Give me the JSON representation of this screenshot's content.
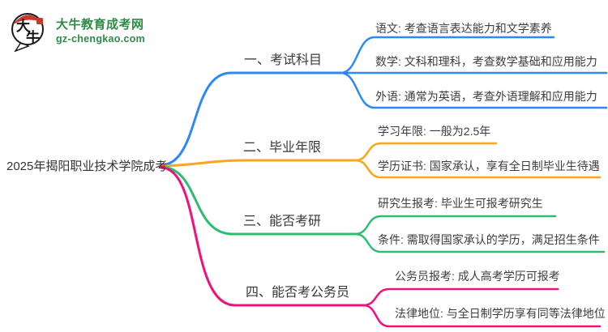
{
  "logo": {
    "brand": "大牛教育成考网",
    "domain": "gz-chengkao.com",
    "icon_text_top": "大",
    "icon_text_bottom": "牛",
    "brand_color": "#2E8B46",
    "seal_color": "#C43B2A"
  },
  "root": {
    "label": "2025年揭阳职业技术学院成考"
  },
  "branches": [
    {
      "label": "一、考试科目",
      "color": "#2F88F7",
      "children": [
        "语文: 考查语言表达能力和文学素养",
        "数学: 文科和理科，考查数学基础和应用能力",
        "外语: 通常为英语，考查外语理解和应用能力"
      ]
    },
    {
      "label": "二、毕业年限",
      "color": "#F9A61A",
      "children": [
        "学习年限: 一般为2.5年",
        "学历证书: 国家承认，享有全日制毕业生待遇"
      ]
    },
    {
      "label": "三、能否考研",
      "color": "#2BBE6F",
      "children": [
        "研究生报考: 毕业生可报考研究生",
        "条件: 需取得国家承认的学历，满足招生条件"
      ]
    },
    {
      "label": "四、能否考公务员",
      "color": "#EF127B",
      "children": [
        "公务员报考: 成人高考学历可报考",
        "法律地位: 与全日制学历享有同等法律地位"
      ]
    }
  ]
}
